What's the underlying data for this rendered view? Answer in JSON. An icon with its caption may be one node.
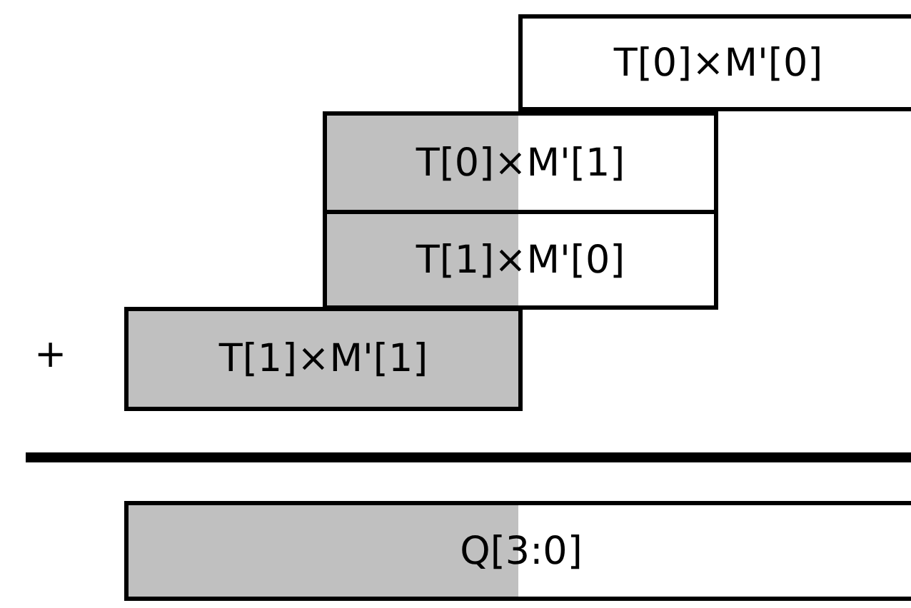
{
  "diagram": {
    "nodes": [
      {
        "text": [
          "T[0]×M'[0]"
        ]
      },
      {
        "text": [
          "T[0]×M'[1]"
        ]
      },
      {
        "text": [
          "T[1]×M'[0]"
        ]
      },
      {
        "text": [
          "T[1]×M'[1]"
        ]
      },
      {
        "text": [
          "Q[3:0]"
        ]
      }
    ],
    "labels": [
      "+"
    ]
  }
}
